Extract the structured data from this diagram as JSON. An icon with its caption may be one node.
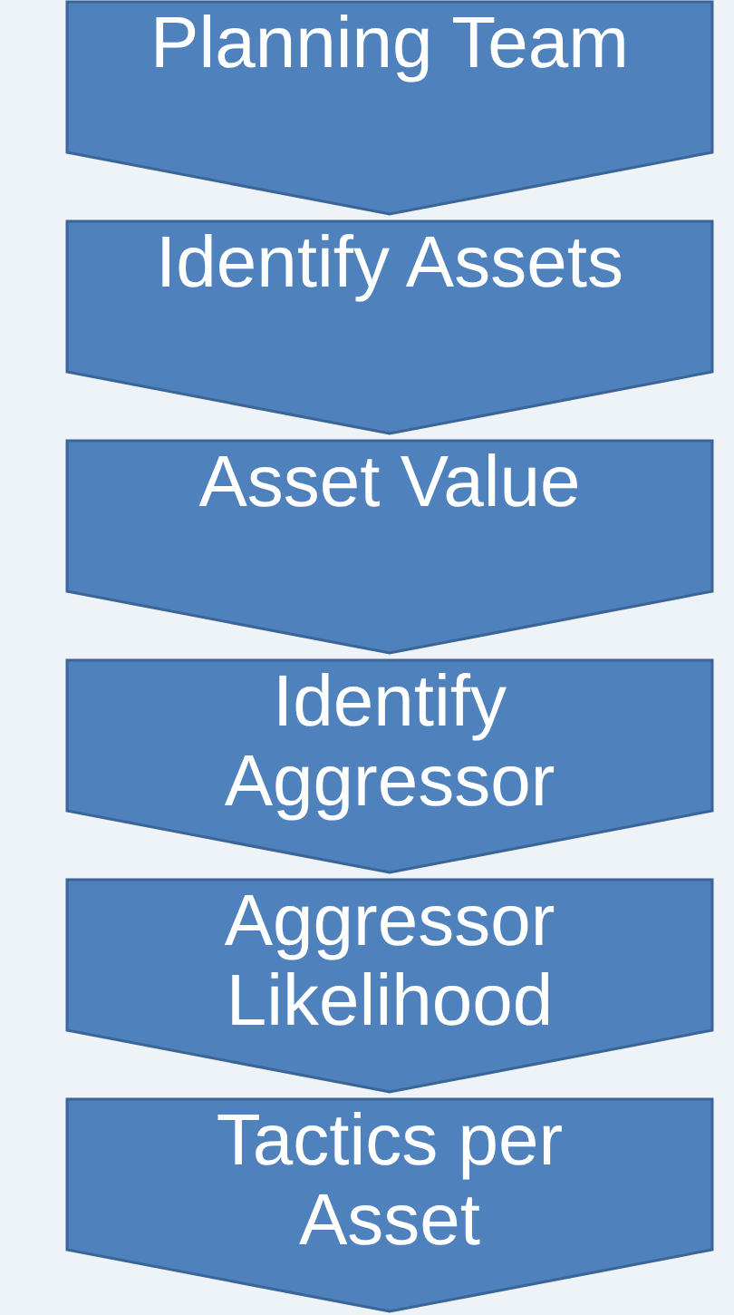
{
  "diagram": {
    "nodes": [
      {
        "text": [
          "Planning Team"
        ]
      },
      {
        "text": [
          "Identify Assets"
        ]
      },
      {
        "text": [
          "Asset Value"
        ]
      },
      {
        "text": [
          "Identify Aggressor"
        ]
      },
      {
        "text": [
          "Aggressor Likelihood"
        ]
      },
      {
        "text": [
          "Tactics per Asset"
        ]
      }
    ]
  }
}
